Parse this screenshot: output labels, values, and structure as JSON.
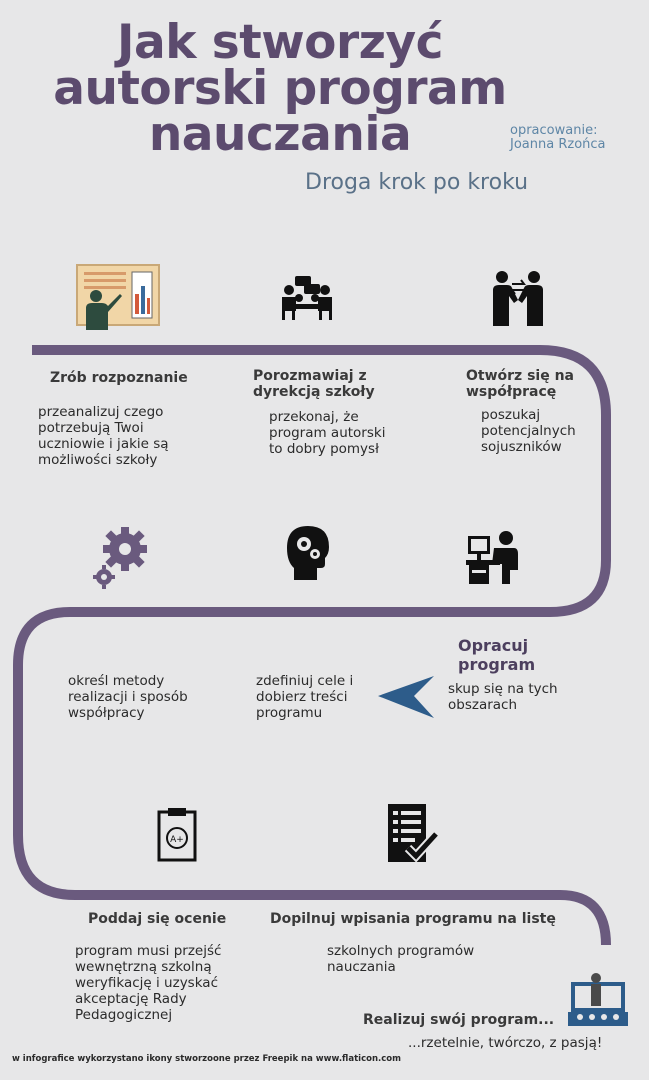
{
  "header": {
    "title_line1": "Jak stworzyć",
    "title_line2": "autorski program",
    "title_line3": "nauczania",
    "credit_line1": "opracowanie:",
    "credit_line2": "Joanna Rzońca",
    "subtitle": "Droga krok po kroku"
  },
  "steps": {
    "recon": {
      "title": "Zrób rozpoznanie",
      "text": [
        "przeanalizuj czego",
        "potrzebują Twoi",
        "uczniowie i jakie są",
        "możliwości szkoły"
      ]
    },
    "talk": {
      "title_line1": "Porozmawiaj z",
      "title_line2": "dyrekcją szkoły",
      "text": [
        "przekonaj, że",
        "program autorski",
        "to dobry pomysł"
      ]
    },
    "open": {
      "title_line1": "Otwórz się na",
      "title_line2": "współpracę",
      "text": [
        "poszukaj",
        "potencjalnych",
        "sojuszników"
      ]
    },
    "develop": {
      "title_line1": "Opracuj",
      "title_line2": "program",
      "text": [
        "skup się na tych",
        "obszarach"
      ]
    },
    "goals": {
      "text": [
        "zdefiniuj cele i",
        "dobierz treści",
        "programu"
      ]
    },
    "methods": {
      "text": [
        "określ metody",
        "realizacji i sposób",
        "współpracy"
      ]
    },
    "evaluate": {
      "title": "Poddaj się ocenie",
      "text": [
        "program musi przejść",
        "wewnętrzną szkolną",
        "weryfikację i uzyskać",
        "akceptację Rady",
        "Pedagogicznej"
      ]
    },
    "list": {
      "title": "Dopilnuj wpisania programu na listę",
      "text": [
        "szkolnych programów",
        "nauczania"
      ]
    },
    "implement": {
      "title": "Realizuj swój program...",
      "text": "...rzetelnie, twórczo, z pasją!"
    }
  },
  "icons": {
    "presentation": "presentation-icon",
    "meeting": "meeting-icon",
    "handshake": "cooperation-icon",
    "gears": "gears-icon",
    "head": "head-gears-icon",
    "desk": "office-worker-icon",
    "arrow": "arrow-left-icon",
    "grade": "grade-clipboard-icon",
    "checklist": "checklist-icon",
    "teacher": "teacher-icon"
  },
  "colors": {
    "path": "#6a5a7e",
    "title": "#5c4b6e",
    "accent": "#2d5c8a"
  },
  "footer": {
    "note": "w infografice wykorzystano ikony stworzoone przez Freepik na www.flaticon.com"
  }
}
